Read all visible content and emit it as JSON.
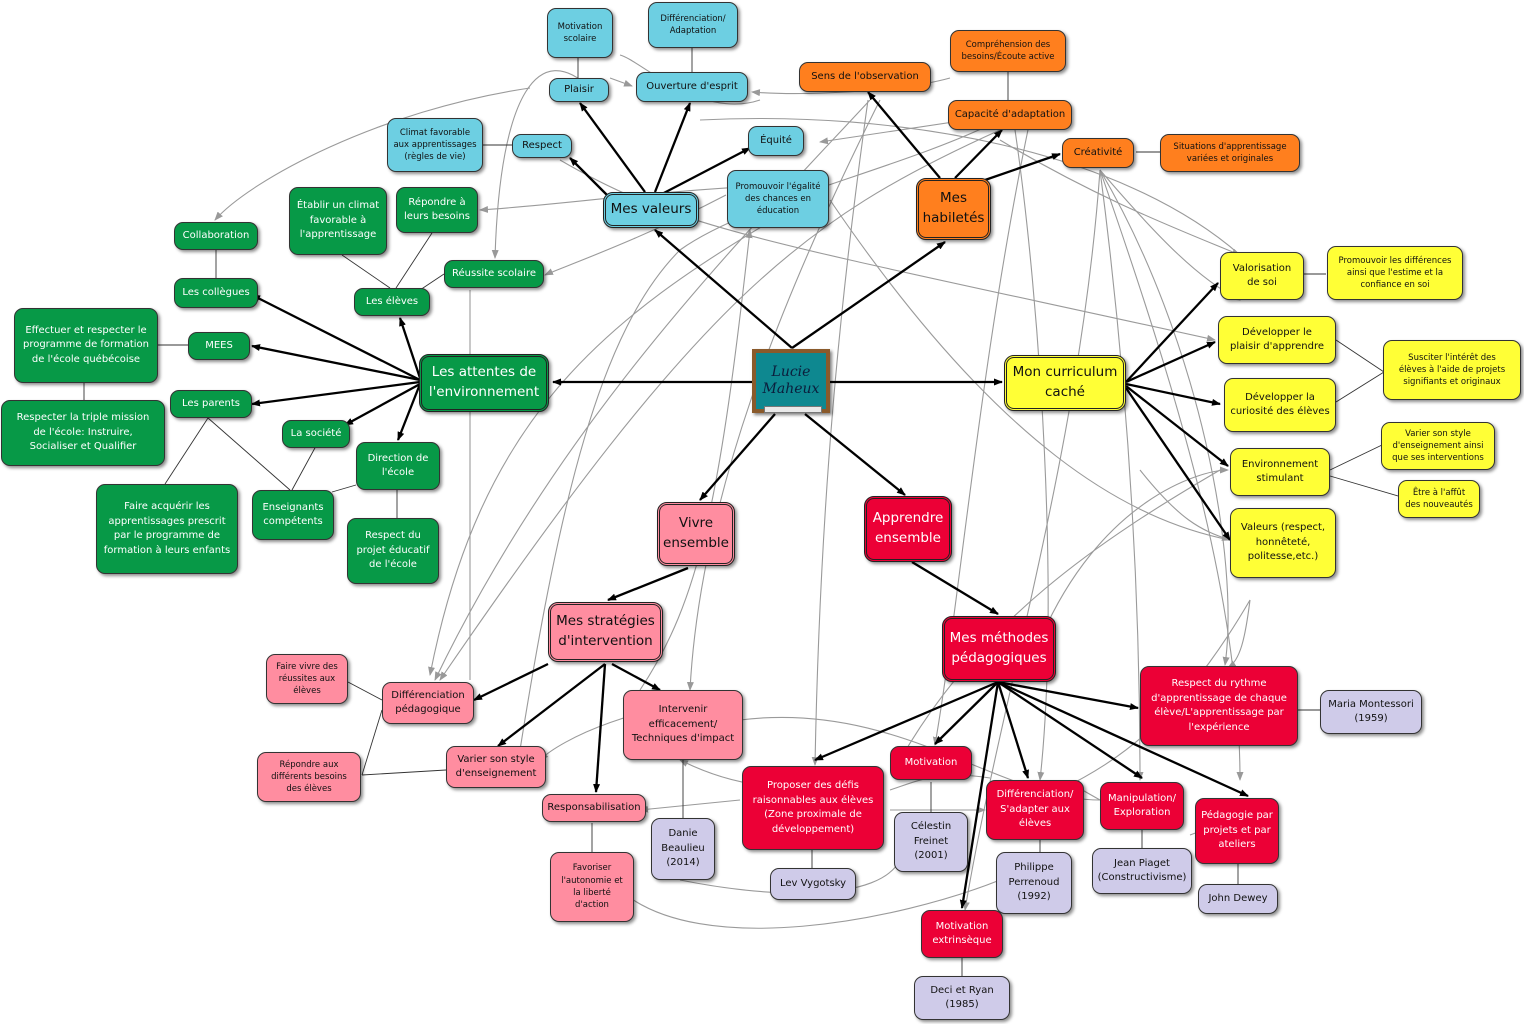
{
  "center": "Lucie\nMaheux",
  "branches": {
    "valeurs": "Mes valeurs",
    "habiletes": "Mes\nhabiletés",
    "attentes": "Les attentes de\nl'environnement",
    "curriculum": "Mon curriculum\ncaché",
    "vivre": "Vivre\nensemble",
    "apprendre": "Apprendre\nensemble",
    "strategies": "Mes stratégies\nd'intervention",
    "methodes": "Mes méthodes\npédagogiques"
  },
  "valeurs": {
    "motivation_scolaire": "Motivation\nscolaire",
    "differenciation_adaptation": "Différenciation/\nAdaptation",
    "plaisir": "Plaisir",
    "ouverture": "Ouverture d'esprit",
    "climat": "Climat favorable\naux apprentissages\n(règles de vie)",
    "respect": "Respect",
    "equite": "Équité",
    "egalite": "Promouvoir l'égalité\ndes chances en\néducation"
  },
  "habiletes": {
    "comprehension": "Compréhension des\nbesoins/Écoute active",
    "observation": "Sens de l'observation",
    "adaptation": "Capacité d'adaptation",
    "creativite": "Créativité",
    "situations": "Situations d'apprentissage\nvariées et originales"
  },
  "attentes": {
    "collaboration": "Collaboration",
    "climat_favorable": "Établir un climat\nfavorable à\nl'apprentissage",
    "repondre_besoins": "Répondre à\nleurs besoins",
    "reussite": "Réussite scolaire",
    "collegues": "Les collègues",
    "eleves": "Les élèves",
    "programme": "Effectuer et respecter le\nprogramme de formation\nde l'école québécoise",
    "mees": "MEES",
    "parents": "Les parents",
    "triple_mission": "Respecter la triple mission\nde l'école: Instruire,\nSocialiser et Qualifier",
    "societe": "La société",
    "direction": "Direction de\nl'école",
    "faire_acquerir": "Faire acquérir les\napprentissages prescrit\npar le programme de\nformation à leurs enfants",
    "enseignants": "Enseignants\ncompétents",
    "projet_educatif": "Respect du\nprojet éducatif\nde l'école"
  },
  "curriculum": {
    "valorisation": "Valorisation\nde soi",
    "promouvoir_differences": "Promouvoir les différences\nainsi que l'estime et la\nconfiance en soi",
    "plaisir_apprendre": "Développer le\nplaisir d'apprendre",
    "susciter": "Susciter l'intérêt des\nélèves à l'aide de projets\nsignifiants et originaux",
    "curiosite": "Développer la\ncuriosité des élèves",
    "varier_style": "Varier son style\nd'enseignement ainsi\nque ses interventions",
    "environnement": "Environnement\nstimulant",
    "affut": "Être à l'affût\ndes nouveautés",
    "valeurs_respect": "Valeurs (respect,\nhonnêteté,\npolitesse,etc.)"
  },
  "strategies": {
    "faire_vivre": "Faire vivre des\nréussites aux\nélèves",
    "differenciation": "Différenciation\npédagogique",
    "intervenir": "Intervenir\nefficacement/\nTechniques d'impact",
    "repondre_differents": "Répondre aux\ndifférents besoins\ndes élèves",
    "varier_style": "Varier son style\nd'enseignement",
    "responsabilisation": "Responsabilisation",
    "danie": "Danie\nBeaulieu\n(2014)",
    "autonomie": "Favoriser\nl'autonomie et\nla liberté\nd'action"
  },
  "methodes": {
    "rythme": "Respect du rythme\nd'apprentissage de chaque\nélève/L'apprentissage par\nl'expérience",
    "montessori": "Maria Montessori\n(1959)",
    "motivation": "Motivation",
    "defis": "Proposer des défis\nraisonnables aux élèves\n(Zone proximale de\ndéveloppement)",
    "freinet": "Célestin\nFreinet\n(2001)",
    "differenciation": "Différenciation/\nS'adapter aux\nélèves",
    "manipulation": "Manipulation/\nExploration",
    "projets": "Pédagogie par\nprojets et par\nateliers",
    "vygotsky": "Lev Vygotsky",
    "perrenoud": "Philippe\nPerrenoud\n(1992)",
    "piaget": "Jean Piaget\n(Constructivisme)",
    "dewey": "John Dewey",
    "extrinseque": "Motivation\nextrinsèque",
    "deci": "Deci et Ryan\n(1985)"
  },
  "colors": {
    "valeurs": "#6dcfe2",
    "habiletes": "#ff7f1e",
    "curriculum": "#ffff36",
    "attentes": "#079947",
    "vivre_ensemble": "#ff8da0",
    "apprendre_ensemble": "#ec0036",
    "auteurs": "#cfcbe9",
    "center": "#0e8890"
  }
}
